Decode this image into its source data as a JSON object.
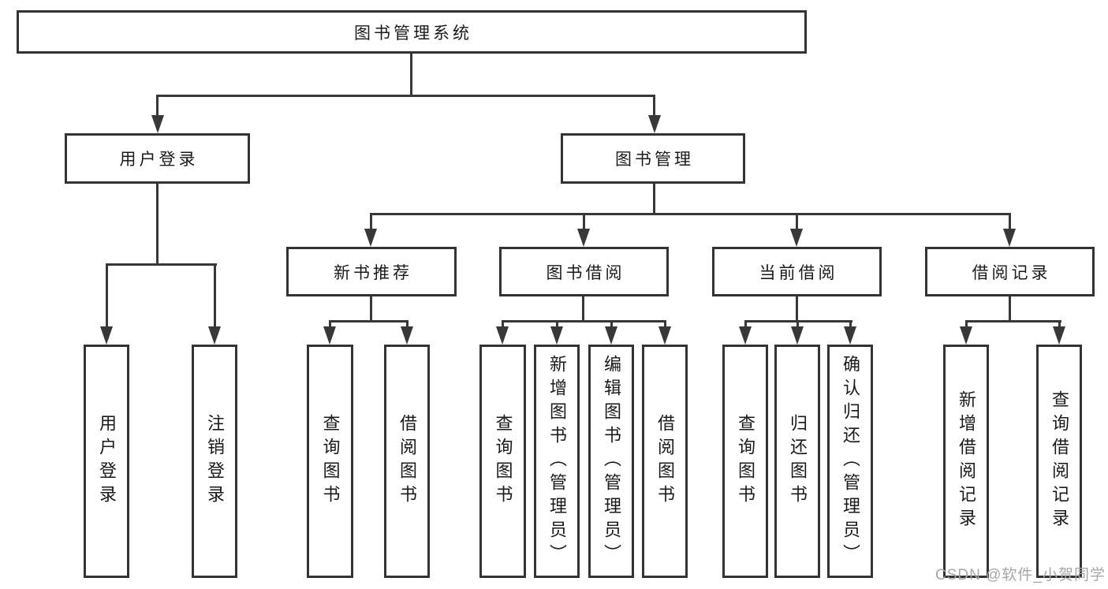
{
  "diagram": {
    "type": "hierarchy-tree",
    "title": "图书管理系统",
    "colors": {
      "line": "#383838",
      "box_border": "#333333",
      "box_fill": "#ffffff",
      "text": "#1a1a1a",
      "watermark": "#a6a6a6"
    },
    "nodes": {
      "root": {
        "label": "图书管理系统",
        "level": 1
      },
      "login": {
        "label": "用户登录",
        "level": 2,
        "parent": "root"
      },
      "manage": {
        "label": "图书管理",
        "level": 2,
        "parent": "root"
      },
      "recommend": {
        "label": "新书推荐",
        "level": 3,
        "parent": "manage"
      },
      "borrow": {
        "label": "图书借阅",
        "level": 3,
        "parent": "manage"
      },
      "current": {
        "label": "当前借阅",
        "level": 3,
        "parent": "manage"
      },
      "records": {
        "label": "借阅记录",
        "level": 3,
        "parent": "manage"
      },
      "login_user": {
        "label": "用户登录",
        "level": 4,
        "parent": "login"
      },
      "login_logout": {
        "label": "注销登录",
        "level": 4,
        "parent": "login"
      },
      "rec_query": {
        "label": "查询图书",
        "level": 4,
        "parent": "recommend"
      },
      "rec_borrow": {
        "label": "借阅图书",
        "level": 4,
        "parent": "recommend"
      },
      "bor_query": {
        "label": "查询图书",
        "level": 4,
        "parent": "borrow"
      },
      "bor_add": {
        "label": "新增图书（管理员）",
        "level": 4,
        "parent": "borrow"
      },
      "bor_edit": {
        "label": "编辑图书（管理员）",
        "level": 4,
        "parent": "borrow"
      },
      "bor_borrow": {
        "label": "借阅图书",
        "level": 4,
        "parent": "borrow"
      },
      "cur_query": {
        "label": "查询图书",
        "level": 4,
        "parent": "current"
      },
      "cur_return": {
        "label": "归还图书",
        "level": 4,
        "parent": "current"
      },
      "cur_confirm": {
        "label": "确认归还（管理员）",
        "level": 4,
        "parent": "current"
      },
      "recd_add": {
        "label": "新增借阅记录",
        "level": 4,
        "parent": "records"
      },
      "recd_query": {
        "label": "查询借阅记录",
        "level": 4,
        "parent": "records"
      }
    }
  },
  "watermark": {
    "text": "CSDN @软件_小贺同学"
  }
}
